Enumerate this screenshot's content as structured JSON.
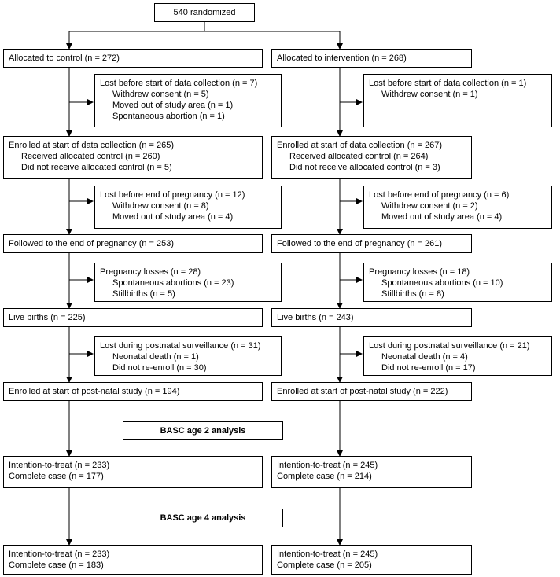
{
  "flowchart": {
    "randomized": "540 randomized",
    "control": {
      "allocated": "Allocated to control (n = 272)",
      "lost_before_collection": {
        "title": "Lost before start of data collection (n = 7)",
        "items": [
          "Withdrew consent (n = 5)",
          "Moved out of study area (n = 1)",
          "Spontaneous abortion (n = 1)"
        ]
      },
      "enrolled": {
        "title": "Enrolled at start of data collection (n = 265)",
        "items": [
          "Received allocated control (n = 260)",
          "Did not receive allocated control (n = 5)"
        ]
      },
      "lost_before_end": {
        "title": "Lost before end of pregnancy (n = 12)",
        "items": [
          "Withdrew consent (n = 8)",
          "Moved out of study area (n = 4)"
        ]
      },
      "followed": "Followed to the end of pregnancy (n = 253)",
      "pregnancy_losses": {
        "title": "Pregnancy losses (n = 28)",
        "items": [
          "Spontaneous abortions (n = 23)",
          "Stillbirths (n = 5)"
        ]
      },
      "live_births": "Live births (n = 225)",
      "lost_postnatal": {
        "title": "Lost during postnatal surveillance (n = 31)",
        "items": [
          "Neonatal death (n = 1)",
          "Did not re-enroll (n = 30)"
        ]
      },
      "enrolled_postnatal": "Enrolled at start of post-natal study (n = 194)",
      "age2": [
        "Intention-to-treat (n = 233)",
        "Complete case (n = 177)"
      ],
      "age4": [
        "Intention-to-treat (n = 233)",
        "Complete case (n = 183)"
      ]
    },
    "intervention": {
      "allocated": "Allocated to intervention (n = 268)",
      "lost_before_collection": {
        "title": "Lost before start of data collection (n = 1)",
        "items": [
          "Withdrew consent (n = 1)"
        ]
      },
      "enrolled": {
        "title": "Enrolled at start of data collection (n = 267)",
        "items": [
          "Received allocated control (n = 264)",
          "Did not receive allocated control (n = 3)"
        ]
      },
      "lost_before_end": {
        "title": "Lost before end of pregnancy (n = 6)",
        "items": [
          "Withdrew consent (n = 2)",
          "Moved out of study area (n = 4)"
        ]
      },
      "followed": "Followed to the end of pregnancy (n = 261)",
      "pregnancy_losses": {
        "title": "Pregnancy losses (n = 18)",
        "items": [
          "Spontaneous abortions (n = 10)",
          "Stillbirths (n = 8)"
        ]
      },
      "live_births": "Live births (n = 243)",
      "lost_postnatal": {
        "title": "Lost during postnatal surveillance (n = 21)",
        "items": [
          "Neonatal death (n = 4)",
          "Did not re-enroll (n = 17)"
        ]
      },
      "enrolled_postnatal": "Enrolled at start of post-natal study (n = 222)",
      "age2": [
        "Intention-to-treat (n = 245)",
        "Complete case (n = 214)"
      ],
      "age4": [
        "Intention-to-treat (n = 245)",
        "Complete case (n = 205)"
      ]
    },
    "section_age2": "BASC age 2 analysis",
    "section_age4": "BASC age 4 analysis"
  }
}
